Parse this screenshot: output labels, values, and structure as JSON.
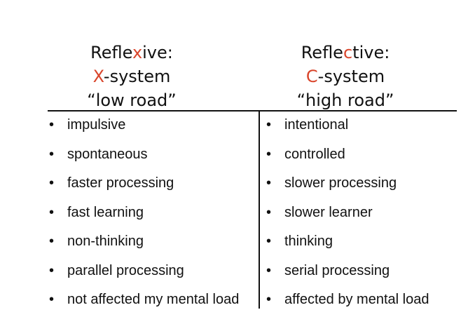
{
  "left_column": {
    "title_prefix": "Refle",
    "title_accent": "x",
    "title_suffix": "ive:",
    "system_accent": "X",
    "system_suffix": "-system",
    "road": "“low road”",
    "items": [
      "impulsive",
      "spontaneous",
      "faster processing",
      "fast learning",
      "non-thinking",
      "parallel processing",
      "not affected my mental load"
    ]
  },
  "right_column": {
    "title_prefix": "Refle",
    "title_accent": "c",
    "title_suffix": "tive:",
    "system_accent": "C",
    "system_suffix": "-system",
    "road": "“high road”",
    "items": [
      "intentional",
      "controlled",
      "slower processing",
      "slower learner",
      "thinking",
      "serial processing",
      "affected by mental load"
    ]
  },
  "bullet_icon": "bullet-dot",
  "colors": {
    "accent": "#d9452b",
    "text": "#111111",
    "rule": "#111111",
    "background": "#ffffff"
  }
}
